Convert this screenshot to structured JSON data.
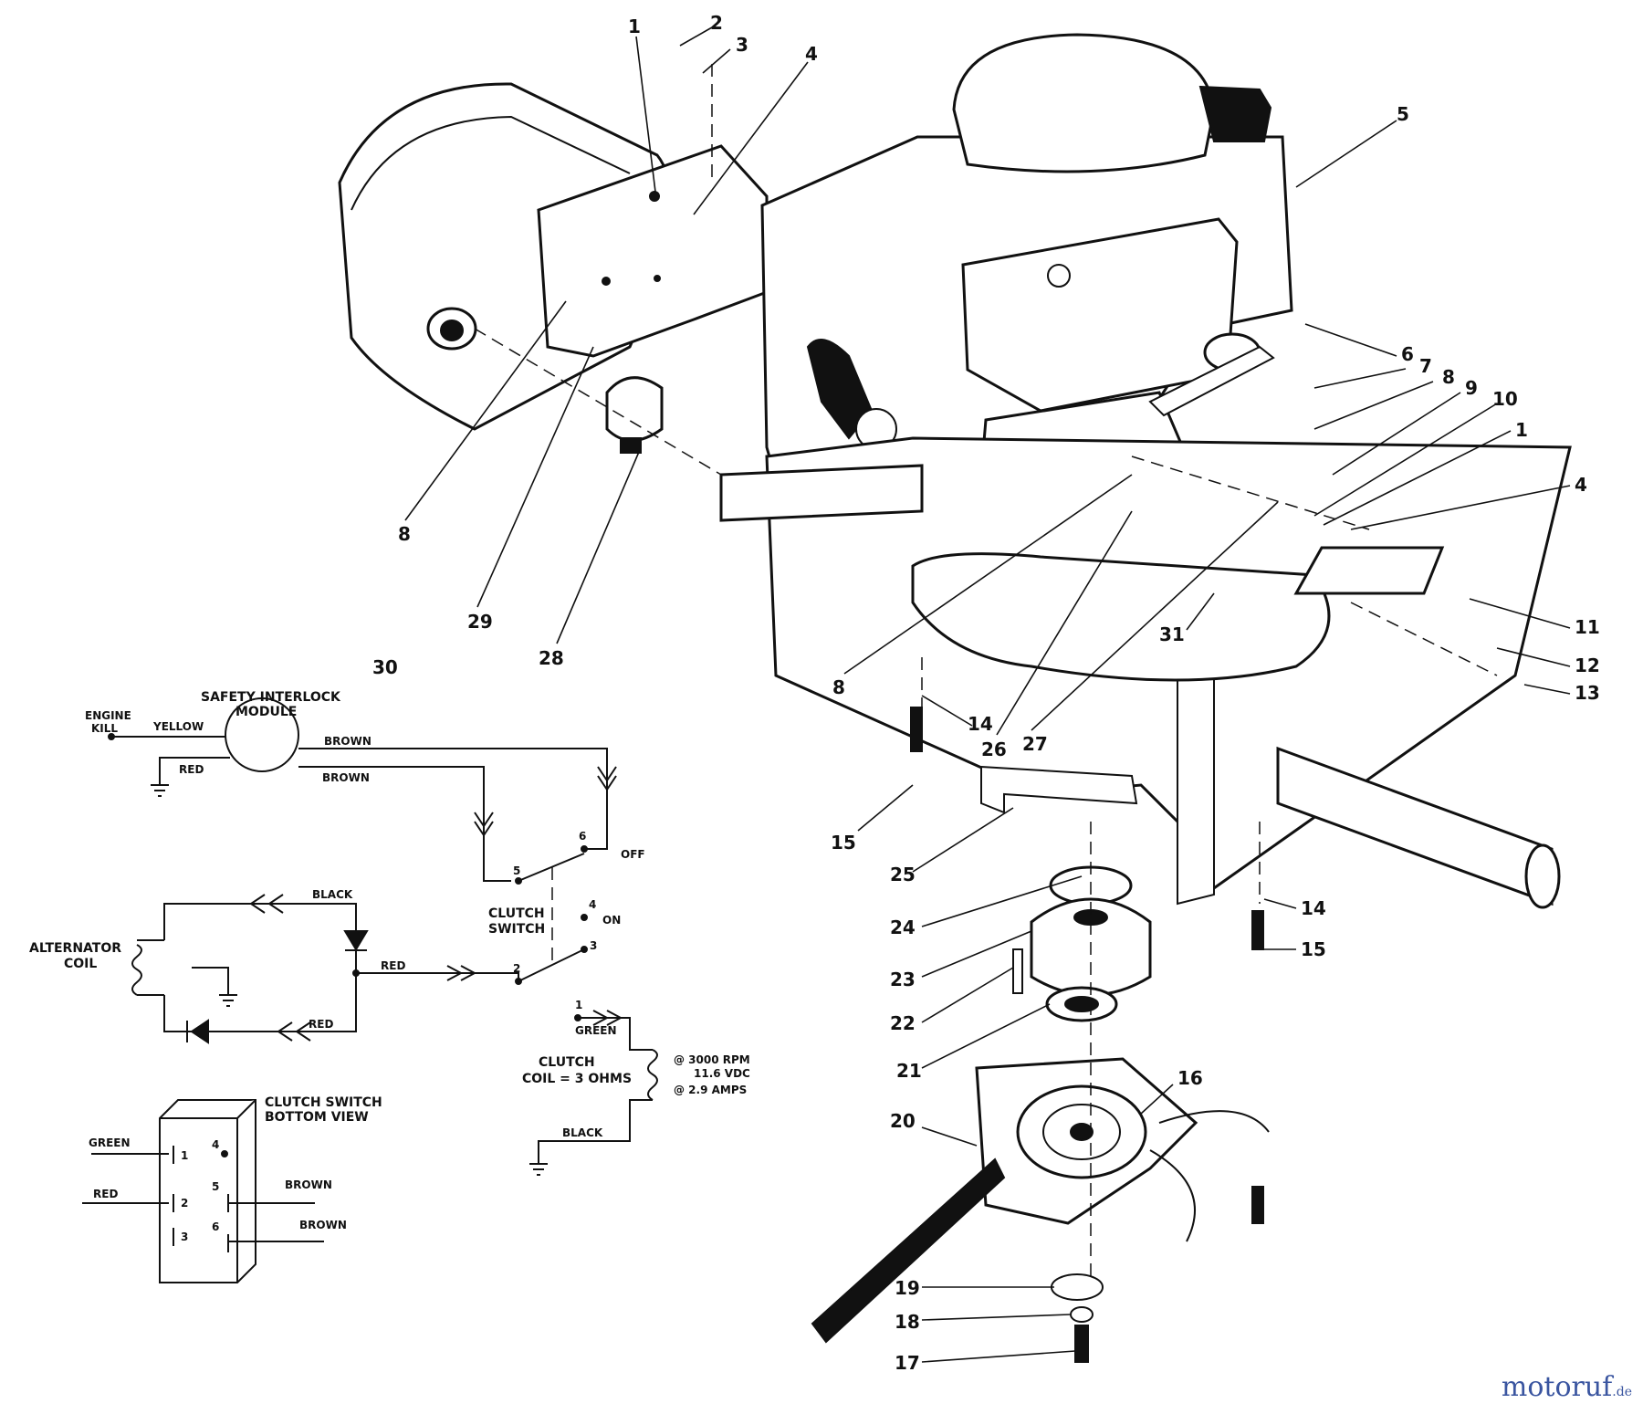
{
  "callouts": {
    "c1a": "1",
    "c2": "2",
    "c3": "3",
    "c4a": "4",
    "c5": "5",
    "c6": "6",
    "c7": "7",
    "c8a": "8",
    "c9": "9",
    "c10": "10",
    "c1b": "1",
    "c4b": "4",
    "c11": "11",
    "c12": "12",
    "c13": "13",
    "c8b": "8",
    "c29": "29",
    "c28": "28",
    "c31": "31",
    "c8c": "8",
    "c14a": "14",
    "c26": "26",
    "c27": "27",
    "c15a": "15",
    "c25": "25",
    "c24": "24",
    "c23": "23",
    "c22": "22",
    "c21": "21",
    "c16": "16",
    "c20": "20",
    "c19": "19",
    "c18": "18",
    "c17": "17",
    "c14b": "14",
    "c15b": "15",
    "c30": "30"
  },
  "wiring": {
    "module_title_1": "SAFETY INTERLOCK",
    "module_title_2": "MODULE",
    "engine_kill_1": "ENGINE",
    "engine_kill_2": "KILL",
    "yellow": "YELLOW",
    "red_module": "RED",
    "brown_1": "BROWN",
    "brown_2": "BROWN",
    "off": "OFF",
    "on": "ON",
    "pin_4": "4",
    "pin_5": "5",
    "pin_6": "6",
    "pin_2": "2",
    "pin_3": "3",
    "clutch_switch_1": "CLUTCH",
    "clutch_switch_2": "SWITCH",
    "black_alt": "BLACK",
    "red_alt_1": "RED",
    "red_alt_2": "RED",
    "alternator_1": "ALTERNATOR",
    "alternator_2": "COIL",
    "coil_pin_1": "1",
    "green_coil": "GREEN",
    "clutch_coil_1": "CLUTCH",
    "clutch_coil_2": "COIL = 3 OHMS",
    "rpm": "@ 3000 RPM",
    "vdc": "11.6 VDC",
    "amps": "@ 2.9 AMPS",
    "black_coil": "BLACK"
  },
  "switch_view": {
    "title_1": "CLUTCH SWITCH",
    "title_2": "BOTTOM VIEW",
    "green": "GREEN",
    "red": "RED",
    "brown_1": "BROWN",
    "brown_2": "BROWN",
    "p1": "1",
    "p2": "2",
    "p3": "3",
    "p4": "4",
    "p5": "5",
    "p6": "6"
  },
  "watermark": {
    "name": "motoruf",
    "tld": ".de"
  }
}
